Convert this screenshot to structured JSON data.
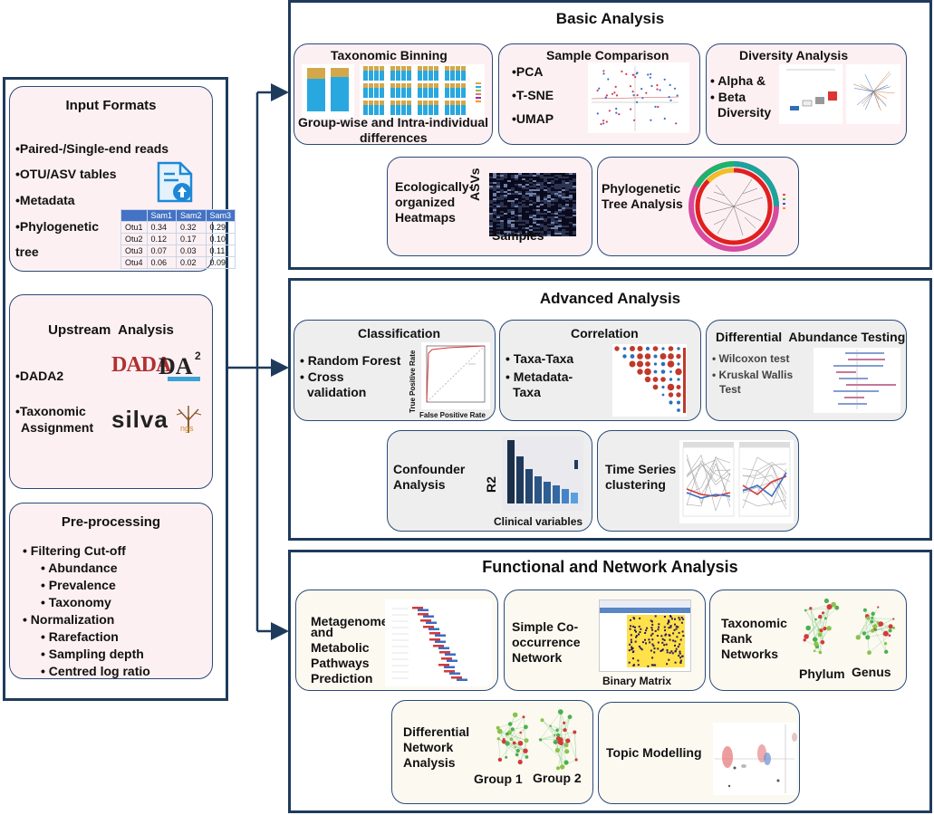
{
  "input": {
    "title": "Input Formats",
    "items": [
      "•Paired-/Single-end reads",
      "•OTU/ASV tables",
      "•Metadata",
      "•Phylogenetic",
      "tree"
    ],
    "table": {
      "header": [
        "",
        "Sam1",
        "Sam2",
        "Sam3"
      ],
      "rows": [
        [
          "Otu1",
          "0.34",
          "0.32",
          "0.29"
        ],
        [
          "Otu2",
          "0.12",
          "0.17",
          "0.10"
        ],
        [
          "Otu3",
          "0.07",
          "0.03",
          "0.11"
        ],
        [
          "Otu4",
          "0.06",
          "0.02",
          "0.09"
        ]
      ]
    }
  },
  "upstream": {
    "title": "Upstream  Analysis",
    "items": [
      "•DADA2",
      "•Taxonomic",
      "Assignment"
    ],
    "dada_logo": "DADA",
    "silva_logo": "silva"
  },
  "preprocessing": {
    "title": "Pre-processing",
    "lines": [
      "• Filtering Cut-off",
      "• Abundance",
      "• Prevalence",
      "• Taxonomy",
      "• Normalization",
      "• Rarefaction",
      "• Sampling depth",
      "• Centred log ratio"
    ]
  },
  "basic": {
    "title": "Basic Analysis",
    "binning": {
      "title": "Taxonomic Binning",
      "caption1": "Group-wise and Intra-individual",
      "caption2": "differences"
    },
    "comparison": {
      "title": "Sample Comparison",
      "items": [
        "•PCA",
        "•T-SNE",
        "•UMAP"
      ]
    },
    "diversity": {
      "title": "Diversity Analysis",
      "items": [
        "• Alpha &",
        "• Beta",
        "Diversity"
      ]
    },
    "heatmap": {
      "lines": [
        "Ecologically-",
        "organized",
        "Heatmaps"
      ],
      "ylabel": "ASVs",
      "xlabel": "Samples"
    },
    "phylo": {
      "lines": [
        "Phylogenetic",
        "Tree Analysis"
      ]
    }
  },
  "advanced": {
    "title": "Advanced Analysis",
    "classification": {
      "title": "Classification",
      "items": [
        "• Random Forest",
        "• Cross",
        "validation"
      ],
      "ylabel": "True Positive Rate",
      "xlabel": "False Positive Rate"
    },
    "correlation": {
      "title": "Correlation",
      "items": [
        "• Taxa-Taxa",
        "• Metadata-",
        "Taxa"
      ]
    },
    "differential": {
      "title": "Differential  Abundance Testing",
      "items": [
        "• Wilcoxon test",
        "• Kruskal Wallis",
        "Test"
      ]
    },
    "confounder": {
      "lines": [
        "Confounder",
        "Analysis"
      ],
      "ylabel": "R2",
      "xlabel": "Clinical variables"
    },
    "timeseries": {
      "lines": [
        "Time Series",
        "clustering"
      ]
    }
  },
  "functional": {
    "title": "Functional and Network Analysis",
    "metagenome": {
      "lines": [
        "Metagenome",
        "and",
        "Metabolic",
        "Pathways",
        "Prediction"
      ]
    },
    "cooccur": {
      "lines": [
        "Simple Co-",
        "occurrence",
        "Network"
      ],
      "caption": "Binary Matrix"
    },
    "rank": {
      "lines": [
        "Taxonomic",
        "Rank",
        "Networks"
      ],
      "phylum": "Phylum",
      "genus": "Genus"
    },
    "diffnet": {
      "lines": [
        "Differential",
        "Network",
        "Analysis"
      ],
      "group1": "Group 1",
      "group2": "Group 2"
    },
    "topic": {
      "title": "Topic Modelling"
    }
  },
  "colors": {
    "border": "#1f3b5c",
    "card_border": "#2a4a78",
    "pink": "#fdf0f3",
    "grey": "#eeeeee",
    "cream": "#fcf9f1"
  }
}
